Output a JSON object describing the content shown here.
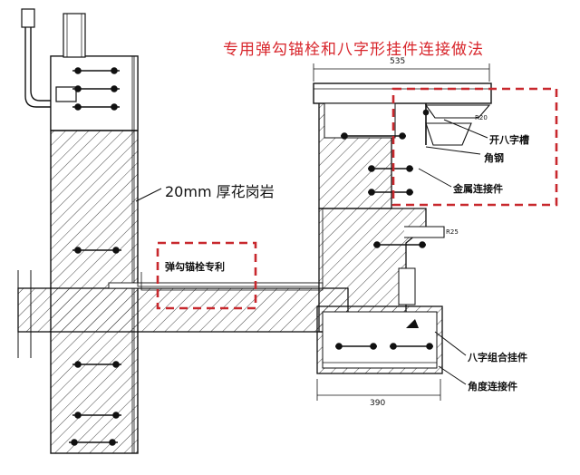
{
  "title": "专用弹勾锚栓和八字形挂件连接做法",
  "labels": {
    "granite": "20mm 厚花岗岩",
    "anchor_bolt": "弹勾锚栓专利",
    "groove": "开八字槽",
    "angle_steel": "角钢",
    "metal_connector": "金属连接件",
    "combo_hanger": "八字组合挂件",
    "angle_connector": "角度连接件"
  },
  "dimensions": {
    "top_width": "535",
    "bottom_width": "390",
    "r25": "R25",
    "r20": "R20"
  },
  "colors": {
    "title": "#d8262c",
    "highlight_box": "#c8282d",
    "line": "#1a1a1a"
  }
}
